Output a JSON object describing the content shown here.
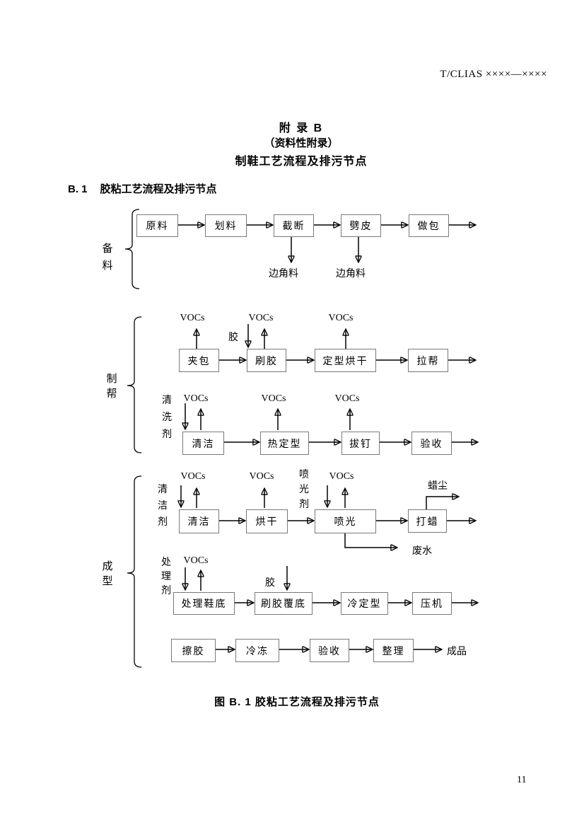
{
  "page": {
    "header": "T/CLIAS ××××—××××",
    "number": "11"
  },
  "title": {
    "appendix": "附  录  B",
    "type": "（资料性附录）",
    "name": "制鞋工艺流程及排污节点"
  },
  "section": {
    "number": "B. 1",
    "heading": "胶粘工艺流程及排污节点"
  },
  "caption": "图 B. 1  胶粘工艺流程及排污节点",
  "flowchart": {
    "voc_label": "VOCs",
    "groups": {
      "preparation": "备料",
      "upper_making": "制帮",
      "forming": "成型"
    },
    "r1": {
      "b1": "原料",
      "b2": "划料",
      "b3": "截断",
      "b4": "劈皮",
      "b5": "做包",
      "waste1": "边角料",
      "waste2": "边角料"
    },
    "r2": {
      "b1": "夹包",
      "b2": "刷胶",
      "b3": "定型烘干",
      "b4": "拉帮",
      "glue": "胶"
    },
    "r3": {
      "b1": "清洁",
      "b2": "热定型",
      "b3": "拔钉",
      "b4": "验收",
      "agent": "清洗剂"
    },
    "r4": {
      "b1": "清洁",
      "b2": "烘干",
      "b3": "喷光",
      "b4": "打蜡",
      "agent1": "清洁剂",
      "agent2": "喷光剂",
      "wax_dust": "蜡尘",
      "wastewater": "废水"
    },
    "r5": {
      "b1": "处理鞋底",
      "b2": "刷胶覆底",
      "b3": "冷定型",
      "b4": "压机",
      "agent": "处理剂",
      "glue": "胶"
    },
    "r6": {
      "b1": "擦胶",
      "b2": "冷冻",
      "b3": "验收",
      "b4": "整理",
      "product": "成品"
    }
  }
}
